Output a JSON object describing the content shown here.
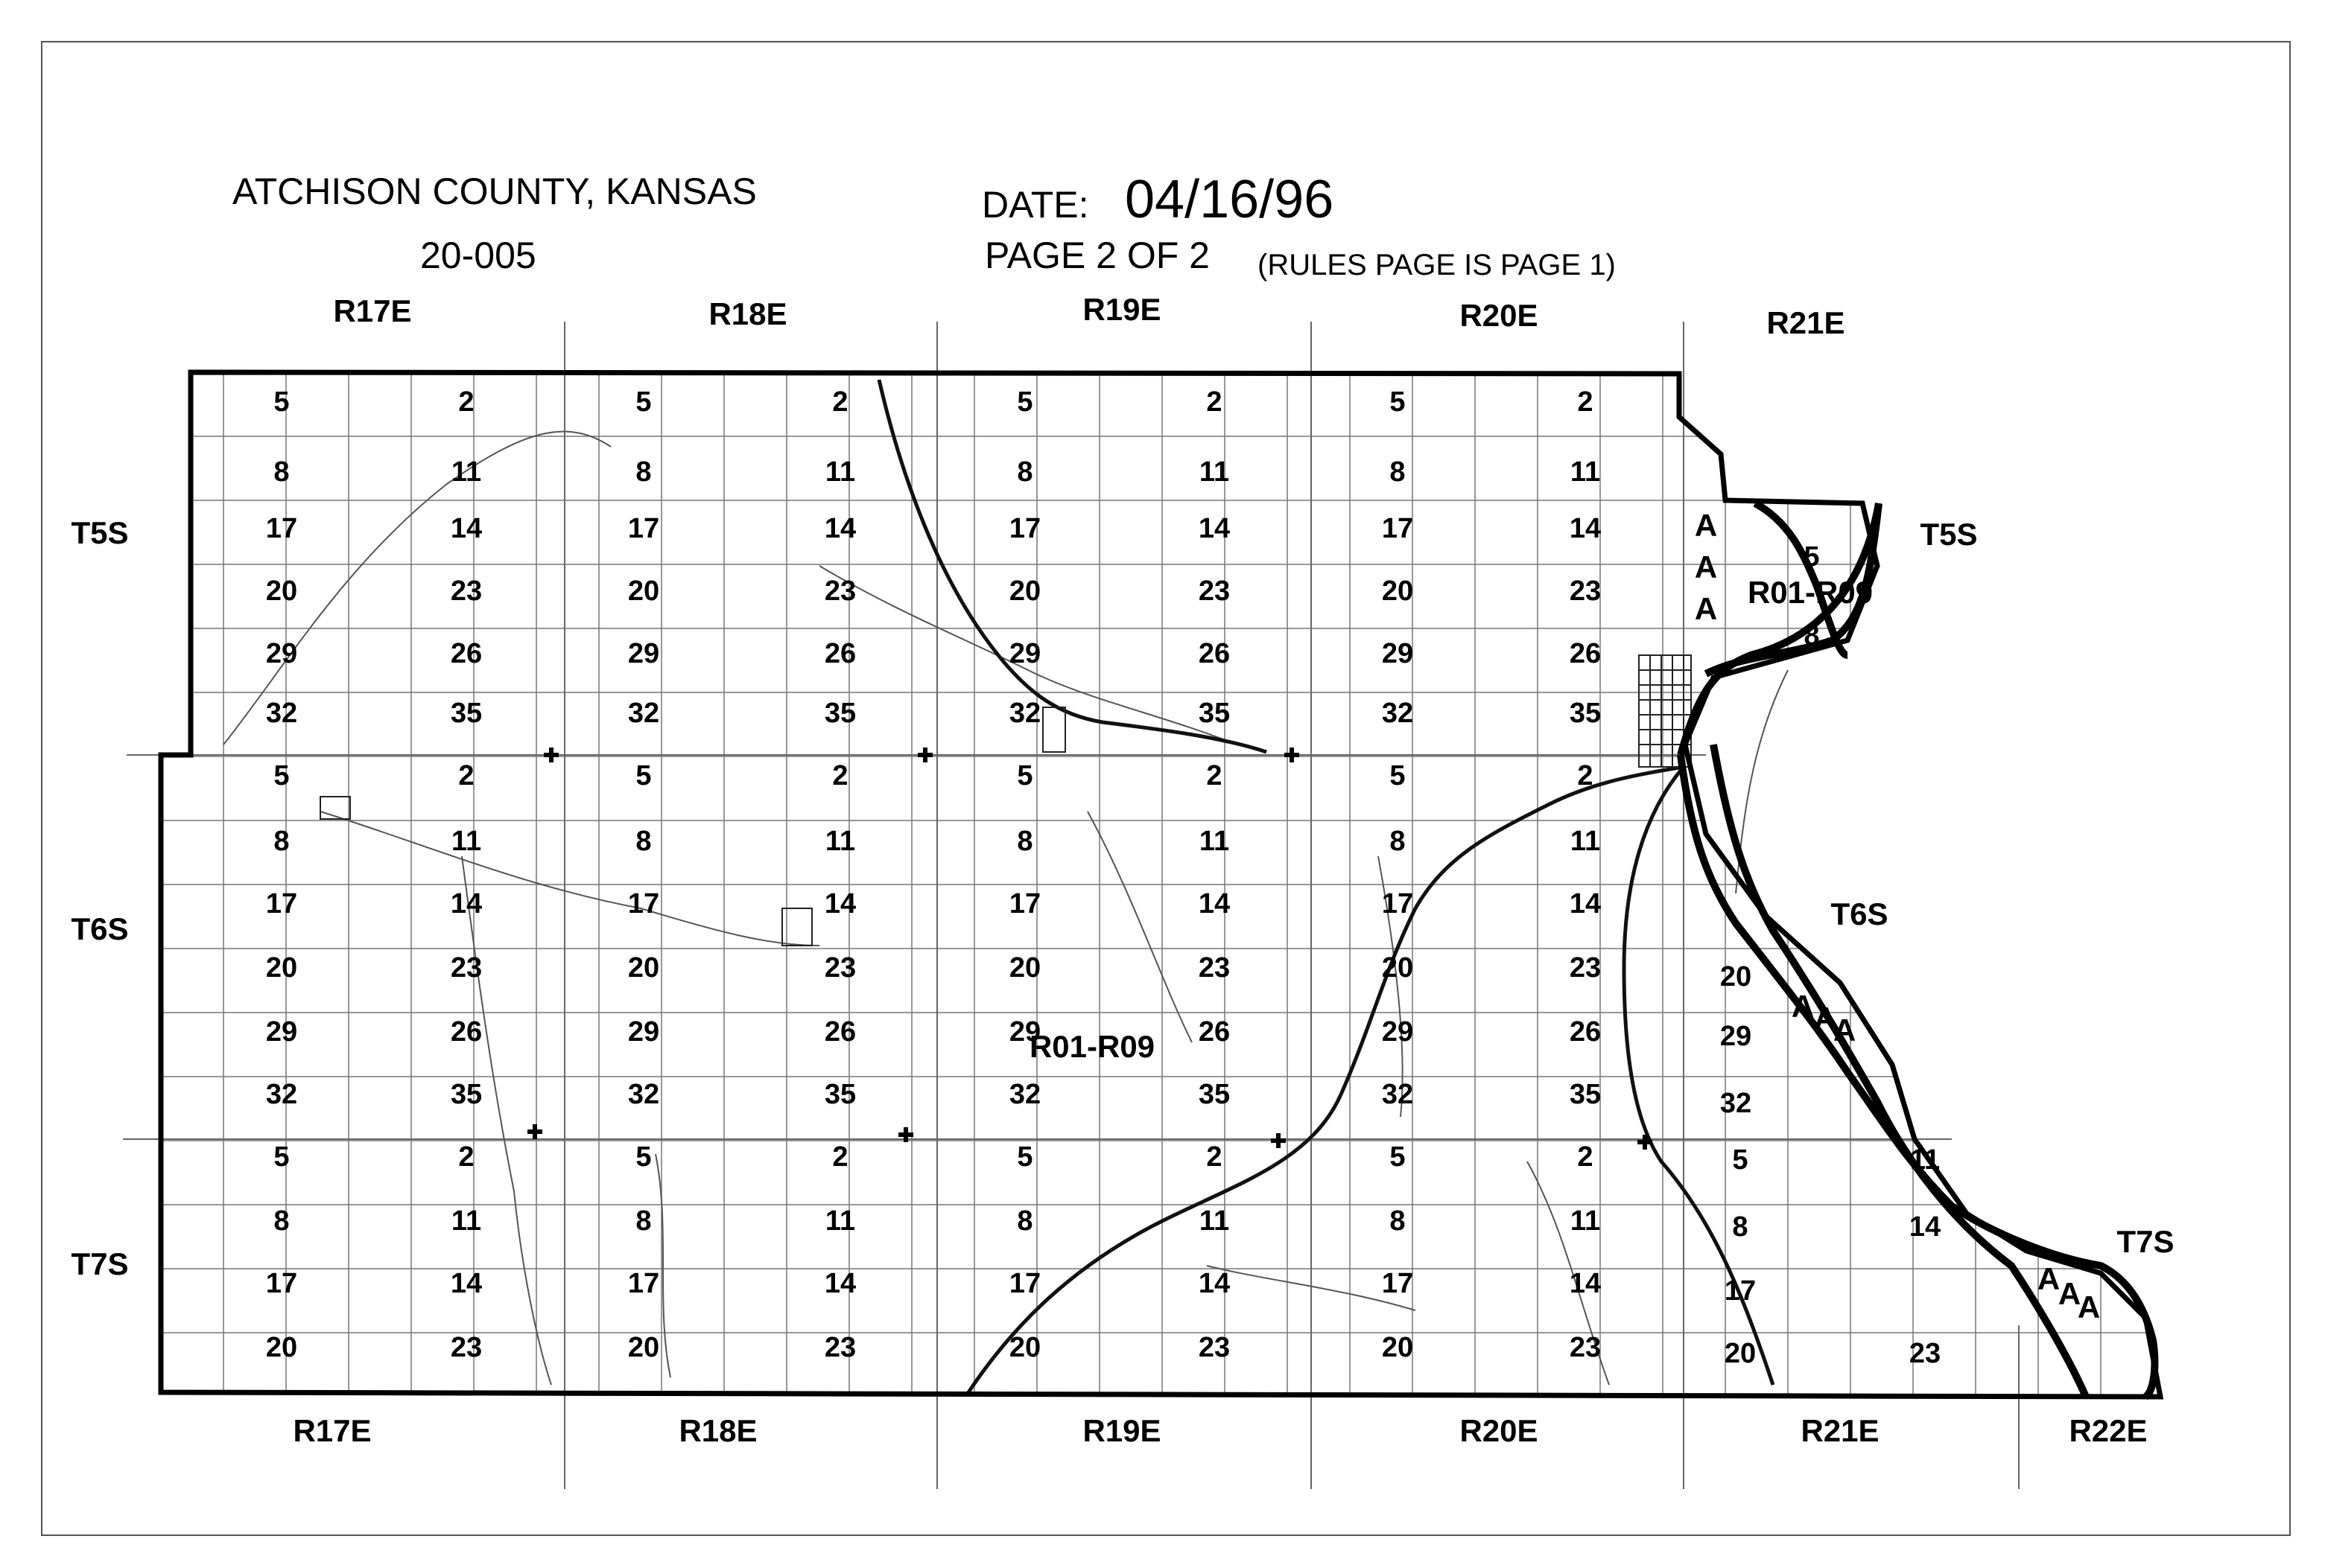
{
  "header": {
    "county_title": "ATCHISON COUNTY, KANSAS",
    "doc_number": "20-005",
    "date_label": "DATE:",
    "date_value": "04/16/96",
    "page_label": "PAGE 2 OF 2",
    "page_note": "(RULES PAGE IS PAGE 1)"
  },
  "ranges_top": [
    "R17E",
    "R18E",
    "R19E",
    "R20E",
    "R21E"
  ],
  "ranges_bottom": [
    "R17E",
    "R18E",
    "R19E",
    "R20E",
    "R21E",
    "R22E"
  ],
  "townships_left": [
    "T5S",
    "T6S",
    "T7S"
  ],
  "townships_right": [
    "T5S",
    "T6S",
    "T7S"
  ],
  "rate_area_main": "R01-R09",
  "rate_area_small": "R01-R09",
  "flood_zone_letter": "A",
  "sections": {
    "R17E": [
      [
        "5",
        "2"
      ],
      [
        "8",
        "11"
      ],
      [
        "17",
        "14"
      ],
      [
        "20",
        "23"
      ],
      [
        "29",
        "26"
      ],
      [
        "32",
        "35"
      ],
      [
        "5",
        "2"
      ],
      [
        "8",
        "11"
      ],
      [
        "17",
        "14"
      ],
      [
        "20",
        "23"
      ],
      [
        "29",
        "26"
      ],
      [
        "32",
        "35"
      ],
      [
        "5",
        "2"
      ],
      [
        "8",
        "11"
      ],
      [
        "17",
        "14"
      ],
      [
        "20",
        "23"
      ]
    ],
    "R18E": [
      [
        "5",
        "2"
      ],
      [
        "8",
        "11"
      ],
      [
        "17",
        "14"
      ],
      [
        "20",
        "23"
      ],
      [
        "29",
        "26"
      ],
      [
        "32",
        "35"
      ],
      [
        "5",
        "2"
      ],
      [
        "8",
        "11"
      ],
      [
        "17",
        "14"
      ],
      [
        "20",
        "23"
      ],
      [
        "29",
        "26"
      ],
      [
        "32",
        "35"
      ],
      [
        "5",
        "2"
      ],
      [
        "8",
        "11"
      ],
      [
        "17",
        "14"
      ],
      [
        "20",
        "23"
      ]
    ],
    "R19E": [
      [
        "5",
        "2"
      ],
      [
        "8",
        "11"
      ],
      [
        "17",
        "14"
      ],
      [
        "20",
        "23"
      ],
      [
        "29",
        "26"
      ],
      [
        "32",
        "35"
      ],
      [
        "5",
        "2"
      ],
      [
        "8",
        "11"
      ],
      [
        "17",
        "14"
      ],
      [
        "20",
        "23"
      ],
      [
        "29",
        "26"
      ],
      [
        "32",
        "35"
      ],
      [
        "5",
        "2"
      ],
      [
        "8",
        "11"
      ],
      [
        "17",
        "14"
      ],
      [
        "20",
        "23"
      ]
    ],
    "R20E": [
      [
        "5",
        "2"
      ],
      [
        "8",
        "11"
      ],
      [
        "17",
        "14"
      ],
      [
        "20",
        "23"
      ],
      [
        "29",
        "26"
      ],
      [
        "32",
        "35"
      ],
      [
        "5",
        "2"
      ],
      [
        "8",
        "11"
      ],
      [
        "17",
        "14"
      ],
      [
        "20",
        "23"
      ],
      [
        "29",
        "26"
      ],
      [
        "32",
        "35"
      ],
      [
        "5",
        "2"
      ],
      [
        "8",
        "11"
      ],
      [
        "17",
        "14"
      ],
      [
        "20",
        "23"
      ]
    ],
    "R21E_T5S": [
      "5",
      "8"
    ],
    "R21E_T6S": [
      "20",
      "29",
      "32"
    ],
    "R21E_T7S": [
      [
        "5",
        "11"
      ],
      [
        "8",
        "14"
      ],
      [
        "17",
        ""
      ],
      [
        "20",
        "23"
      ]
    ]
  }
}
